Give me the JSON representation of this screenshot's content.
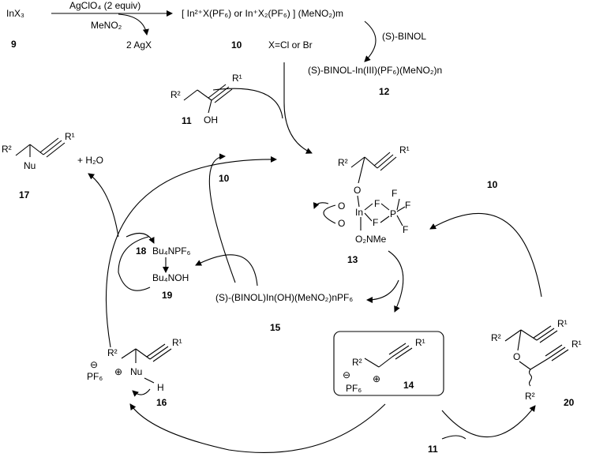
{
  "reagents": {
    "inx3": "InX₃",
    "agclo4": "AgClO₄ (2 equiv)",
    "meno2": "MeNO₂",
    "agx": "2 AgX",
    "species10": "[ In²⁺X(PF₆) or In⁺X₂(PF₆) ] (MeNO₂)m",
    "x_def": "X=Cl or Br",
    "binol": "(S)-BINOL",
    "species12": "(S)-BINOL-In(III)(PF₆)(MeNO₂)n",
    "water": "+ H₂O",
    "bu4npf6": "Bu₄NPF₆",
    "bu4noh": "Bu₄NOH",
    "species15": "(S)-(BINOL)In(OH)(MeNO₂)nPF₆"
  },
  "compounds": {
    "c9": "9",
    "c10": "10",
    "c11": "11",
    "c12": "12",
    "c13": "13",
    "c14": "14",
    "c15": "15",
    "c16": "16",
    "c17": "17",
    "c18": "18",
    "c19": "19",
    "c20": "20"
  },
  "atoms": {
    "r1": "R¹",
    "r2": "R²",
    "oh": "OH",
    "o": "O",
    "in": "In",
    "f": "F",
    "p": "P",
    "o2nme": "O₂NMe",
    "nu": "Nu",
    "h": "H",
    "pf6": "PF₆",
    "minus": "⊖",
    "plus": "⊕"
  }
}
